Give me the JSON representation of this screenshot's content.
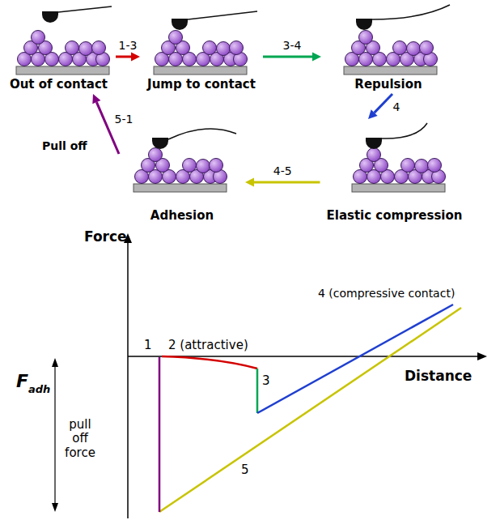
{
  "diagram": {
    "nodes": [
      {
        "text": [
          "Out of contact"
        ]
      },
      {
        "text": [
          "Jump to contact"
        ]
      },
      {
        "text": [
          "Repulsion"
        ]
      },
      {
        "text": [
          "Elastic compression"
        ]
      },
      {
        "text": [
          "Adhesion"
        ]
      }
    ],
    "edges": [
      {
        "from": 0,
        "to": 1,
        "label": "1-3",
        "arrow": "to"
      },
      {
        "from": 1,
        "to": 2,
        "label": "3-4",
        "arrow": "to"
      },
      {
        "from": 2,
        "to": 3,
        "label": "4",
        "arrow": "to"
      },
      {
        "from": 3,
        "to": 4,
        "label": "4-5",
        "arrow": "to"
      },
      {
        "from": 4,
        "to": 0,
        "label": "5-1",
        "arrow": "to"
      }
    ],
    "labels": [
      "Pull off",
      "Force",
      "Distance",
      "1",
      "2 (attractive)",
      "3",
      "4 (compressive contact)",
      "5",
      "F",
      "adh",
      "pull off force"
    ]
  }
}
